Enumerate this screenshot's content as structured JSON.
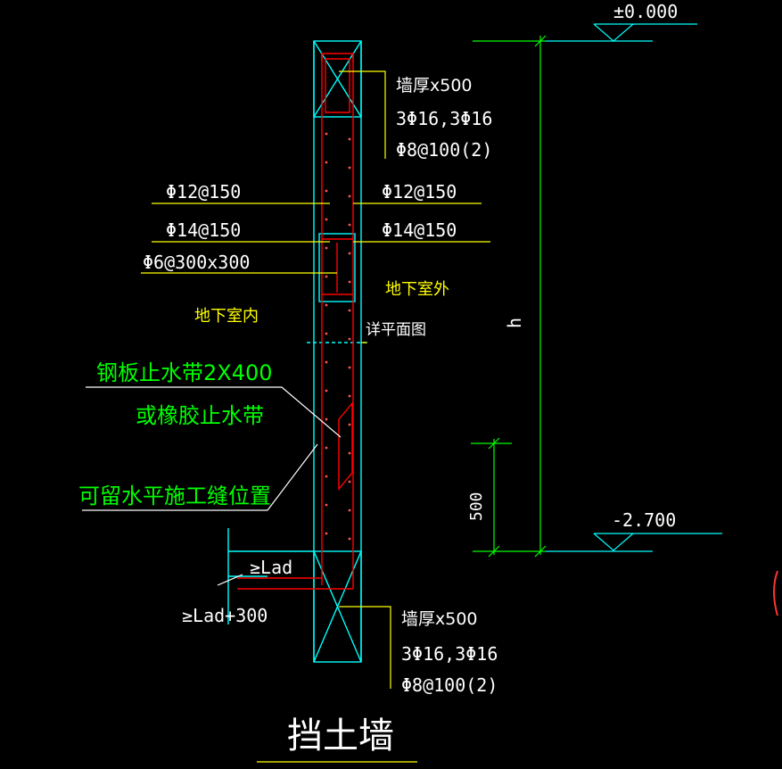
{
  "drawing": {
    "title": "挡土墙",
    "colors": {
      "background": "#000000",
      "wall_outline": "#00ffff",
      "rebar": "#ff0000",
      "leader": "#ffffff",
      "label_line": "#ffff00",
      "note_text_green": "#00ff00",
      "dimension": "#00ff00",
      "elevation_line": "#00ffff",
      "text_white": "#ffffff",
      "text_yellow": "#ffff00"
    },
    "top_beam": {
      "label_lines": [
        "墙厚x500",
        "3Φ16,3Φ16",
        "Φ8@100(2)"
      ]
    },
    "bottom_beam": {
      "label_lines": [
        "墙厚x500",
        "3Φ16,3Φ16",
        "Φ8@100(2)"
      ]
    },
    "rebar_labels": {
      "left_vertical": "Φ12@150",
      "left_horizontal": "Φ14@150",
      "tie": "Φ6@300x300",
      "right_vertical": "Φ12@150",
      "right_horizontal": "Φ14@150"
    },
    "side_labels": {
      "outside": "地下室外",
      "inside": "地下室内",
      "detail": "详平面图"
    },
    "waterstop_notes": {
      "line1": "钢板止水带2X400",
      "line2": "或橡胶止水带",
      "line3": "可留水平施工缝位置"
    },
    "anchorage": {
      "upper": "≥Lad",
      "lower": "≥Lad+300"
    },
    "elevations": {
      "top": "±0.000",
      "bottom": "-2.700"
    },
    "dimensions": {
      "height": "h",
      "lower": "500"
    }
  }
}
